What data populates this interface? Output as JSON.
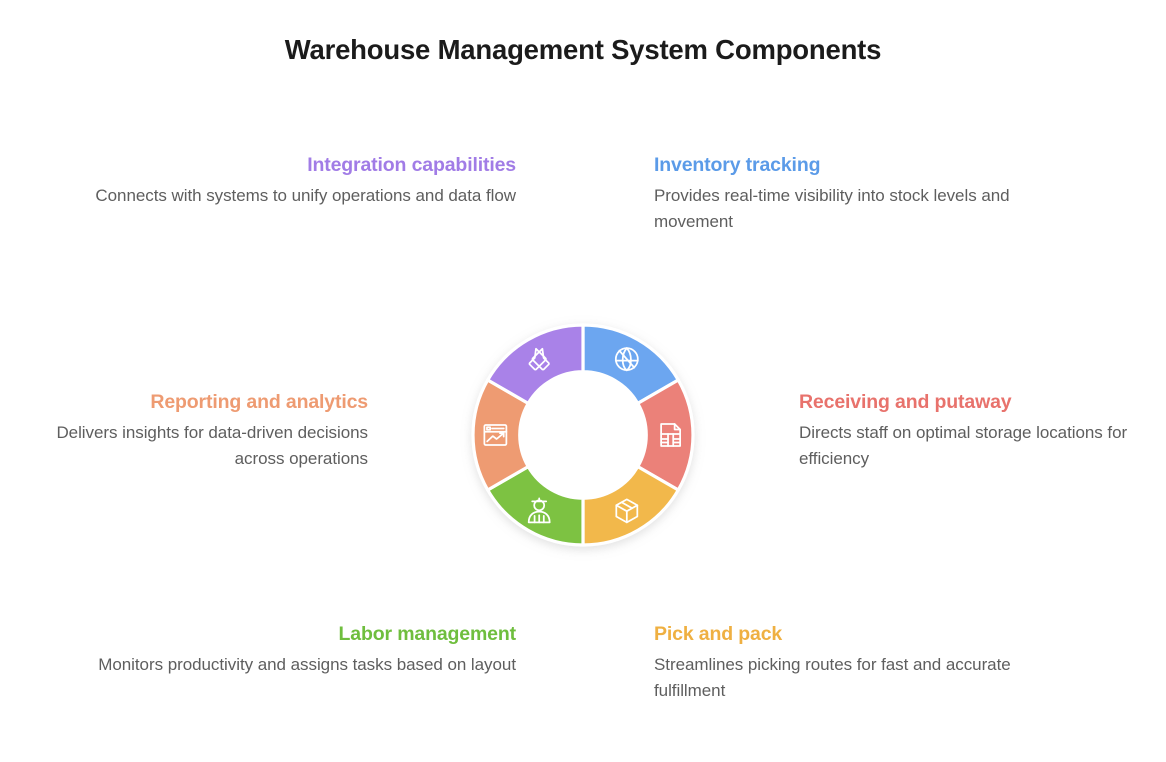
{
  "title": "Warehouse Management System Components",
  "chart_data": {
    "type": "pie",
    "title": "Warehouse Management System Components",
    "subtype": "donut",
    "segment_count": 6,
    "equal_segments": true,
    "segment_degrees": 60,
    "start_angle_deg": 0,
    "inner_radius_ratio": 0.575,
    "legend": "none",
    "categories": [
      "Inventory tracking",
      "Receiving and putaway",
      "Pick and pack",
      "Labor management",
      "Reporting and analytics",
      "Integration capabilities"
    ],
    "values": [
      16.67,
      16.67,
      16.67,
      16.67,
      16.67,
      16.67
    ],
    "colors": [
      "#6CA6F0",
      "#EB8179",
      "#F2B84B",
      "#7DC242",
      "#EE9B72",
      "#A982E8"
    ]
  },
  "segments": [
    {
      "id": "inventory",
      "heading": "Inventory tracking",
      "description": "Provides real-time visibility into stock levels and movement",
      "color": "#6CA6F0",
      "heading_color": "#5B9BE8",
      "icon": "globe-tracking-icon",
      "position": "top-right",
      "align": "left"
    },
    {
      "id": "receiving",
      "heading": "Receiving and putaway",
      "description": "Directs staff on optimal storage locations for efficiency",
      "color": "#EB8179",
      "heading_color": "#E8726C",
      "icon": "warehouse-storage-icon",
      "position": "middle-right",
      "align": "left"
    },
    {
      "id": "pick",
      "heading": "Pick and pack",
      "description": "Streamlines picking routes for fast and accurate fulfillment",
      "color": "#F2B84B",
      "heading_color": "#EFB042",
      "icon": "package-box-icon",
      "position": "bottom-right",
      "align": "left"
    },
    {
      "id": "labor",
      "heading": "Labor management",
      "description": "Monitors productivity and assigns tasks based on layout",
      "color": "#7DC242",
      "heading_color": "#6FBE3E",
      "icon": "worker-person-icon",
      "position": "bottom-left",
      "align": "right"
    },
    {
      "id": "reporting",
      "heading": "Reporting and analytics",
      "description": "Delivers insights for data-driven decisions across operations",
      "color": "#EE9B72",
      "heading_color": "#EE9B72",
      "icon": "report-chart-icon",
      "position": "middle-left",
      "align": "right"
    },
    {
      "id": "integration",
      "heading": "Integration capabilities",
      "description": "Connects with systems to unify operations and data flow",
      "color": "#A982E8",
      "heading_color": "#A17CE6",
      "icon": "interlocking-diamonds-icon",
      "position": "top-left",
      "align": "right"
    }
  ]
}
